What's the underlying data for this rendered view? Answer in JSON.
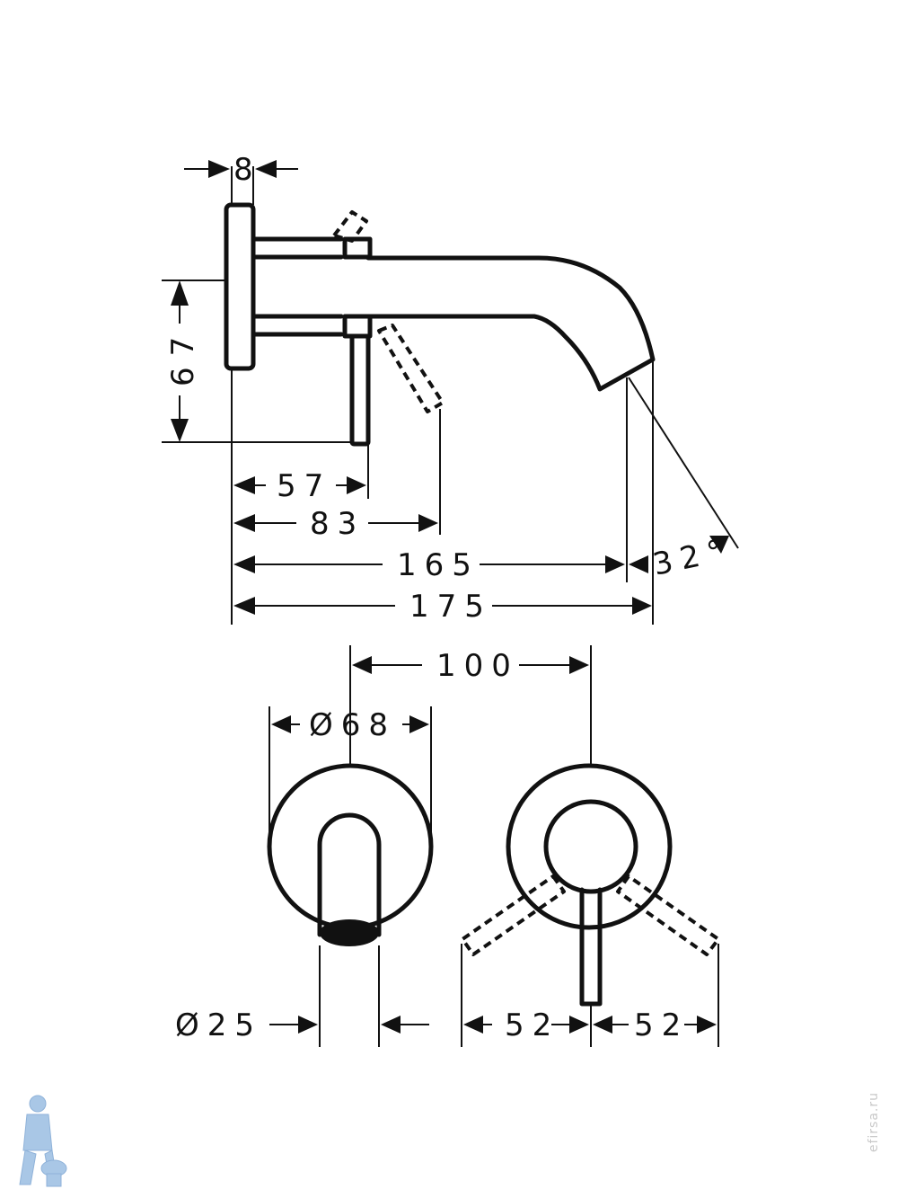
{
  "dimensions": {
    "wall_plate_thickness": "8",
    "projection_height": "67",
    "lever_offset": "57",
    "lever_reach": "83",
    "spout_reach": "165",
    "spout_angle": "32°",
    "total_length": "175",
    "center_distance": "100",
    "plate_diameter": "Ø68",
    "outlet_diameter": "Ø25",
    "lever_swing_left": "52",
    "lever_swing_right": "52"
  },
  "watermark": "efirsa.ru",
  "colors": {
    "line": "#111111",
    "logo": "#a9c7e6"
  },
  "icons": {
    "logo": "plumber-toilet-logo-icon"
  }
}
